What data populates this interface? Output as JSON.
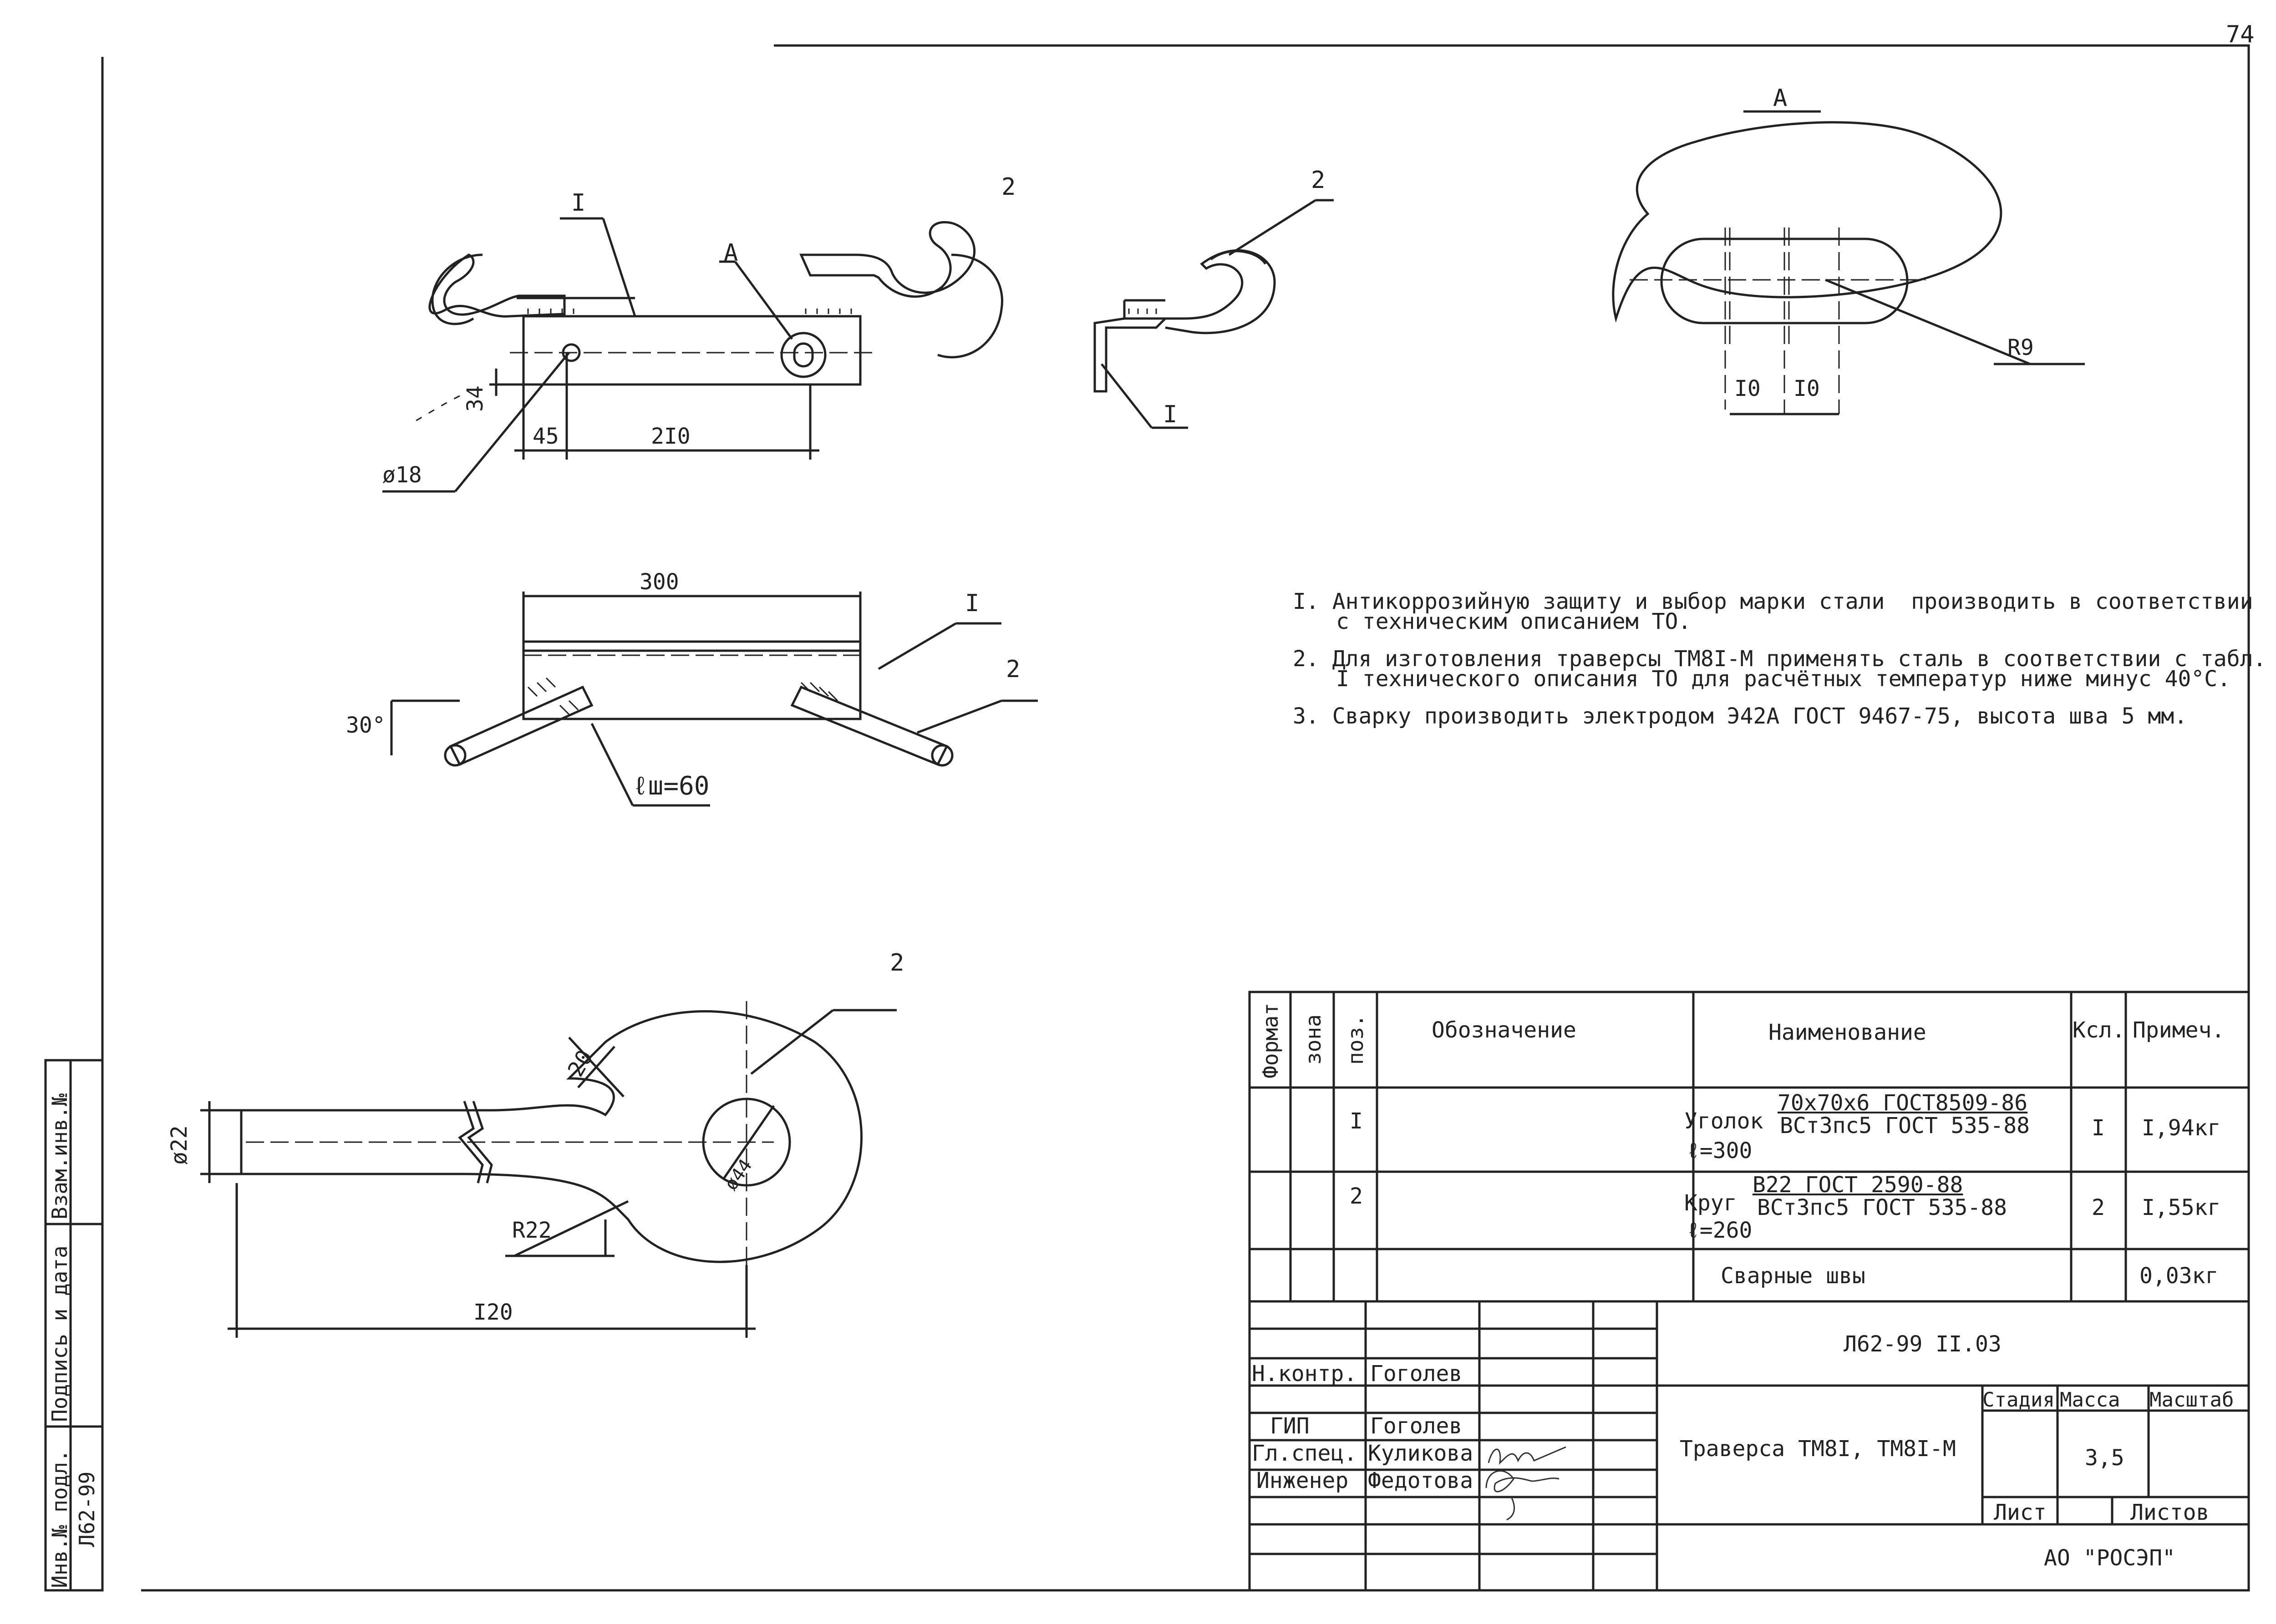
{
  "sheet_number": "74",
  "views": {
    "section_a": {
      "label": "A",
      "radius": "R9",
      "dim_left": "I0",
      "dim_right": "I0"
    },
    "plan": {
      "pos1": "I",
      "pos2": "2",
      "detail": "A",
      "dim_height": "34",
      "dim_offset": "45",
      "dim_length": "2I0",
      "hole": "ø18"
    },
    "side": {
      "pos1": "I",
      "pos2": "2"
    },
    "front": {
      "pos1": "I",
      "pos2": "2",
      "dim_length": "300",
      "angle": "30°",
      "weld_length": "ℓш=60"
    },
    "hook": {
      "pos2": "2",
      "dim_width": "20",
      "dim_dia": "ø22",
      "dim_inner": "ø44",
      "dim_radius": "R22",
      "dim_length": "I20"
    }
  },
  "notes": [
    "I. Антикоррозийную защиту и выбор марки стали  производить в соответствии с техническим описанием ТО.",
    "2. Для изготовления траверсы ТМ8I-М применять сталь в соответствии с табл. I технического описания ТО для расчётных температур ниже минус 40°С.",
    "3. Сварку производить электродом Э42А ГОСТ 9467-75, высота шва 5 мм."
  ],
  "spec_table": {
    "headers": {
      "format": "Формат",
      "zone": "зона",
      "pos": "поз.",
      "designation": "Обозначение",
      "name": "Наименование",
      "qty": "Ксл.",
      "note": "Примеч."
    },
    "rows": [
      {
        "pos": "I",
        "name_prefix": "Уголок",
        "name_top": "70х70х6  ГОСТ8509-86",
        "name_bottom": "ВСт3пс5 ГОСТ 535-88",
        "length": "ℓ=300",
        "qty": "I",
        "note": "I,94кг"
      },
      {
        "pos": "2",
        "name_prefix": "Круг",
        "name_top": "В22 ГОСТ 2590-88",
        "name_bottom": "ВСт3пс5 ГОСТ 535-88",
        "length": "ℓ=260",
        "qty": "2",
        "note": "I,55кг"
      },
      {
        "pos": "",
        "name": "Сварные швы",
        "qty": "",
        "note": "0,03кг"
      }
    ]
  },
  "title_block": {
    "doc_code": "Л62-99 II.03",
    "title": "Траверса ТМ8I, ТМ8I-М",
    "stage_label": "Стадия",
    "mass_label": "Масса",
    "scale_label": "Масштаб",
    "mass": "3,5",
    "sheet_label": "Лист",
    "sheets_label": "Листов",
    "company": "АО \"РОСЭП\"",
    "roles": [
      {
        "role": "Н.контр.",
        "name": "Гоголев"
      },
      {
        "role": "ГИП",
        "name": "Гоголев"
      },
      {
        "role": "Гл.спец.",
        "name": "Куликова"
      },
      {
        "role": "Инженер",
        "name": "Федотова"
      }
    ]
  },
  "side_stamp": {
    "inv_replace": "Взам.инв.№",
    "sign_date": "Подпись и дата",
    "inv_orig": "Инв.№ подл.",
    "inv_value": "Л62-99"
  }
}
